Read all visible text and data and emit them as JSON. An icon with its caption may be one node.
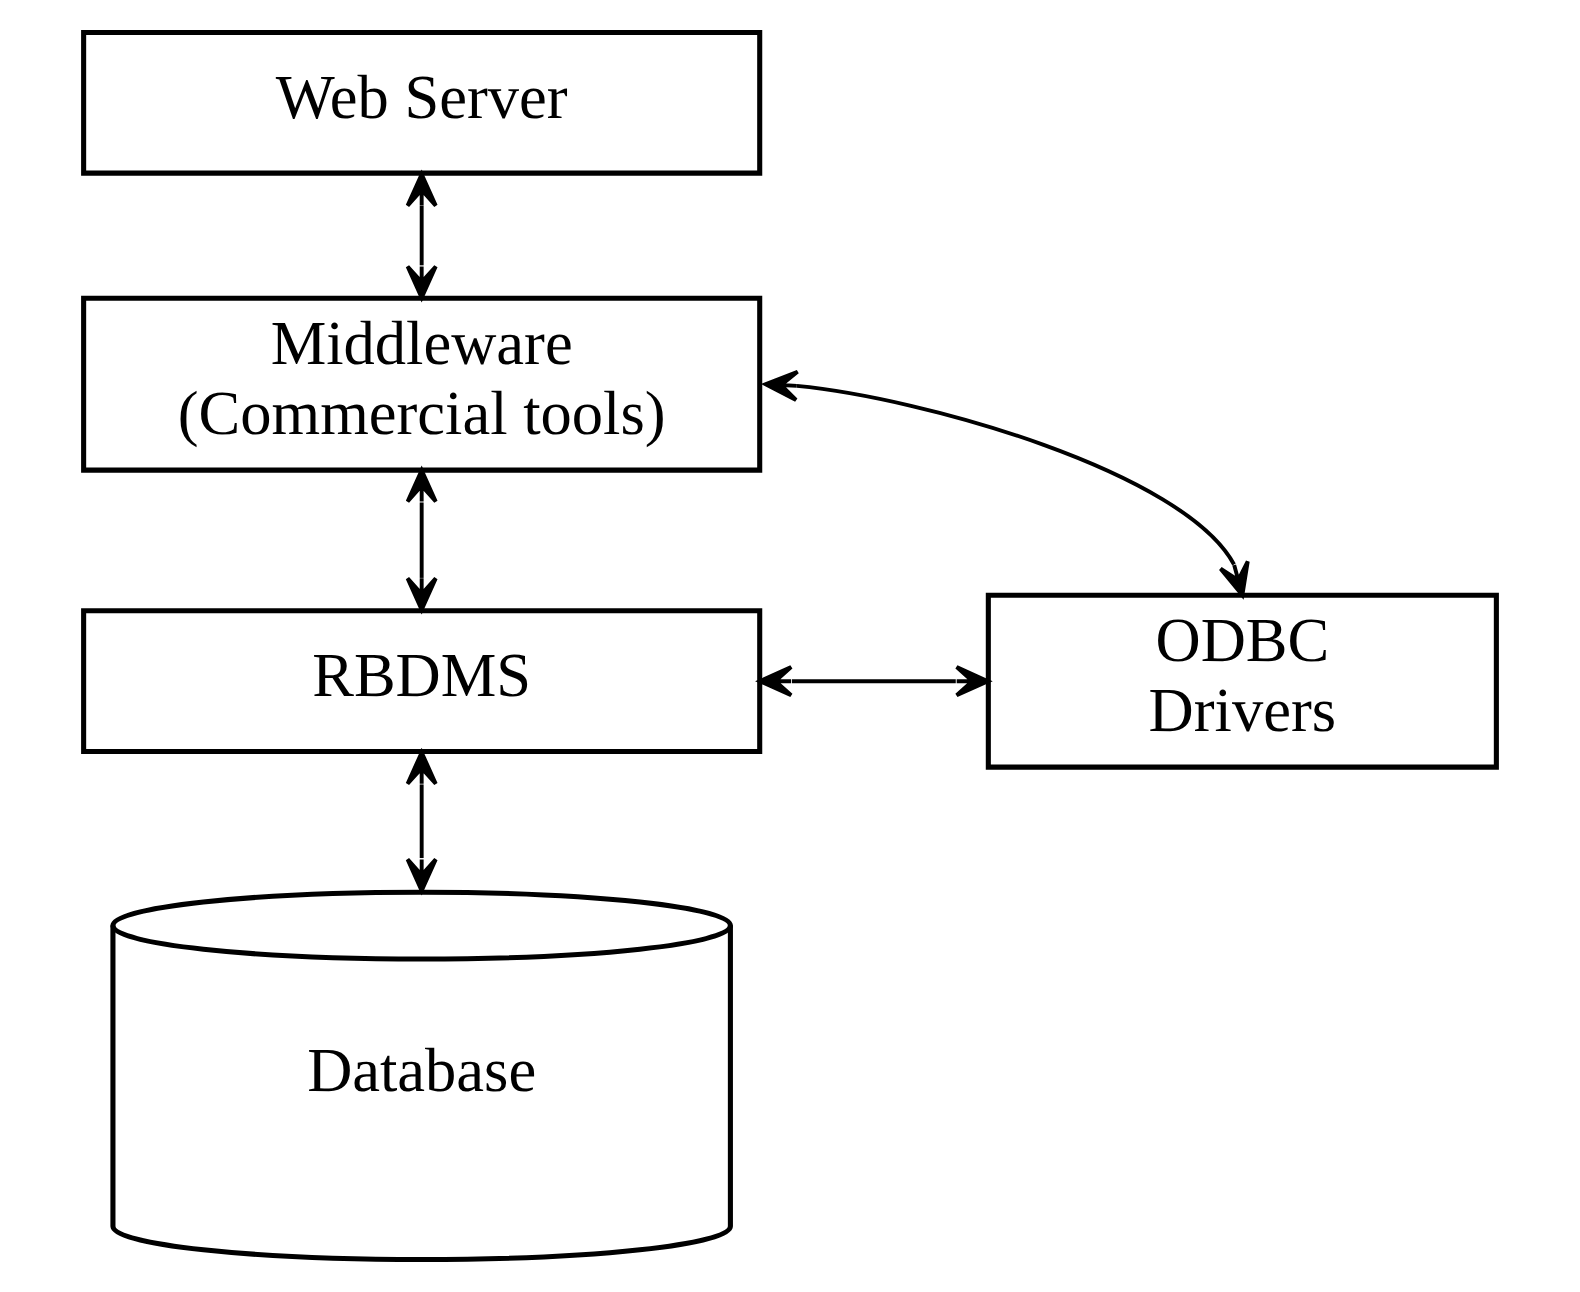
{
  "diagram": {
    "nodes": [
      {
        "text": [
          "Web Server"
        ]
      },
      {
        "text": [
          "Middleware (Commercial tools)"
        ]
      },
      {
        "text": [
          "ODBC Drivers"
        ]
      },
      {
        "text": [
          "RBDMS"
        ]
      },
      {
        "text": [
          "Database"
        ]
      }
    ],
    "edges": [
      {
        "from": 0,
        "to": 1,
        "arrow": "both"
      },
      {
        "from": 1,
        "to": 3,
        "arrow": "both"
      },
      {
        "from": 1,
        "to": 2,
        "arrow": "both"
      },
      {
        "from": 3,
        "to": 2,
        "arrow": "both"
      },
      {
        "from": 3,
        "to": 4,
        "arrow": "both"
      }
    ]
  }
}
